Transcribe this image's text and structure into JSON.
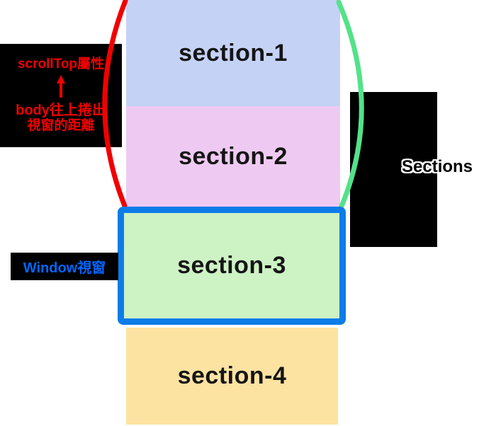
{
  "diagram": {
    "sections": [
      {
        "label": "section-1",
        "color": "#c4d2f5"
      },
      {
        "label": "section-2",
        "color": "#eecaf2"
      },
      {
        "label": "section-3",
        "color": "#cdf2c4"
      },
      {
        "label": "section-4",
        "color": "#fde3a2"
      }
    ],
    "scrolltop_callout": {
      "title": "scrollTop屬性",
      "desc_line1": "body往上捲出",
      "desc_line2": "視窗的距離",
      "text_color": "#f10000"
    },
    "window_callout": {
      "label": "Window視窗",
      "text_color": "#0066ff"
    },
    "right_callout": {
      "label": "Sections"
    },
    "viewport_border_color": "#0c7ce8",
    "left_brace_color": "#f10000",
    "right_brace_color": "#53e289"
  }
}
